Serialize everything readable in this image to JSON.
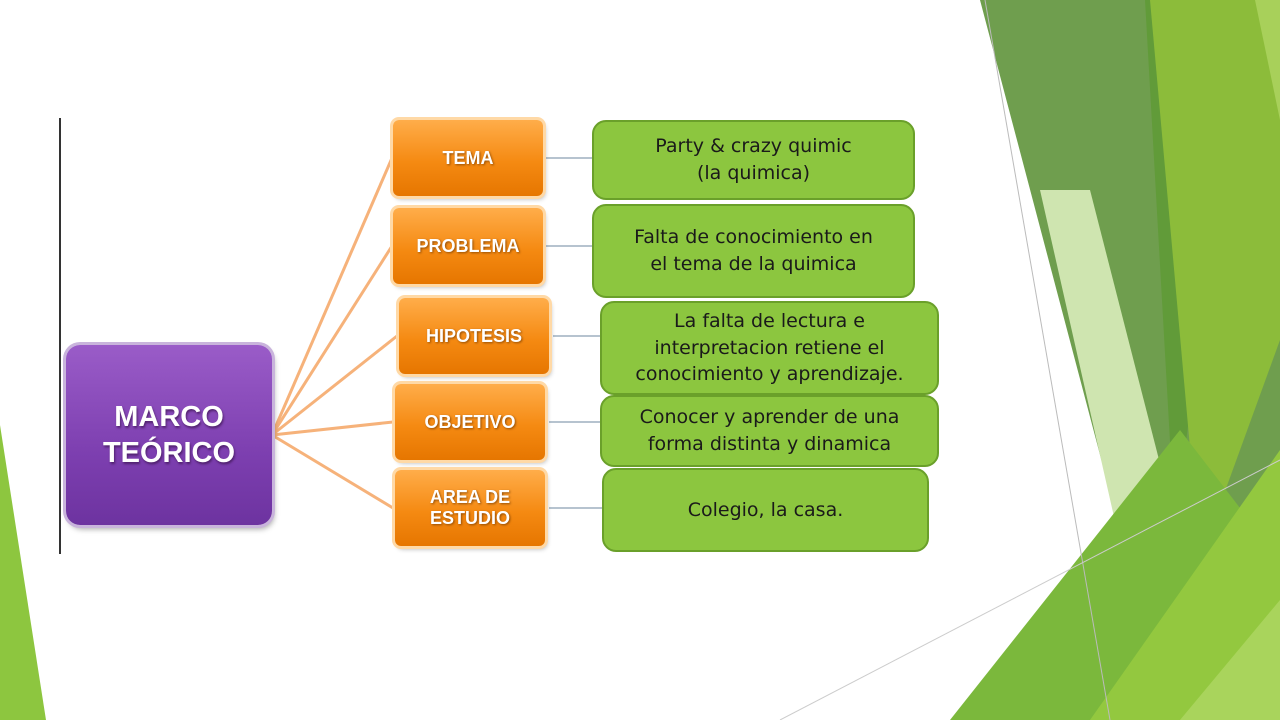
{
  "root": {
    "label": "MARCO\nTEÓRICO"
  },
  "branches": [
    {
      "label": "TEMA",
      "description": "Party & crazy quimic\n(la quimica)"
    },
    {
      "label": "PROBLEMA",
      "description": "Falta de conocimiento en\nel tema de la quimica"
    },
    {
      "label": "HIPOTESIS",
      "description": "La falta de lectura e\ninterpretacion retiene el\nconocimiento y aprendizaje."
    },
    {
      "label": "OBJETIVO",
      "description": "Conocer y aprender de una\nforma distinta y dinamica"
    },
    {
      "label": "AREA DE\nESTUDIO",
      "description": "Colegio, la casa."
    }
  ],
  "colors": {
    "root": "#7d3fb0",
    "branch": "#f58a12",
    "description": "#8cc63f",
    "accent": "#6aa02a"
  }
}
